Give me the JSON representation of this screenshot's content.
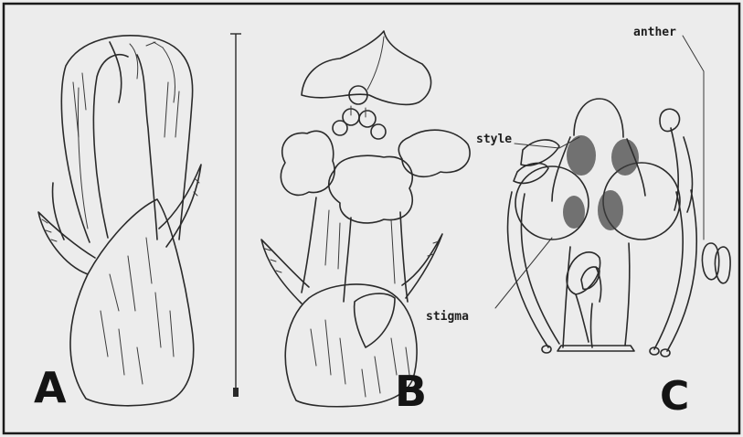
{
  "panels": [
    {
      "letter": "A"
    },
    {
      "letter": "B"
    },
    {
      "letter": "C"
    }
  ],
  "callouts": {
    "style": "style",
    "anther": "anther",
    "stigma": "stigma"
  },
  "colors": {
    "background": "#ececec",
    "ink": "#2a2a2a"
  }
}
